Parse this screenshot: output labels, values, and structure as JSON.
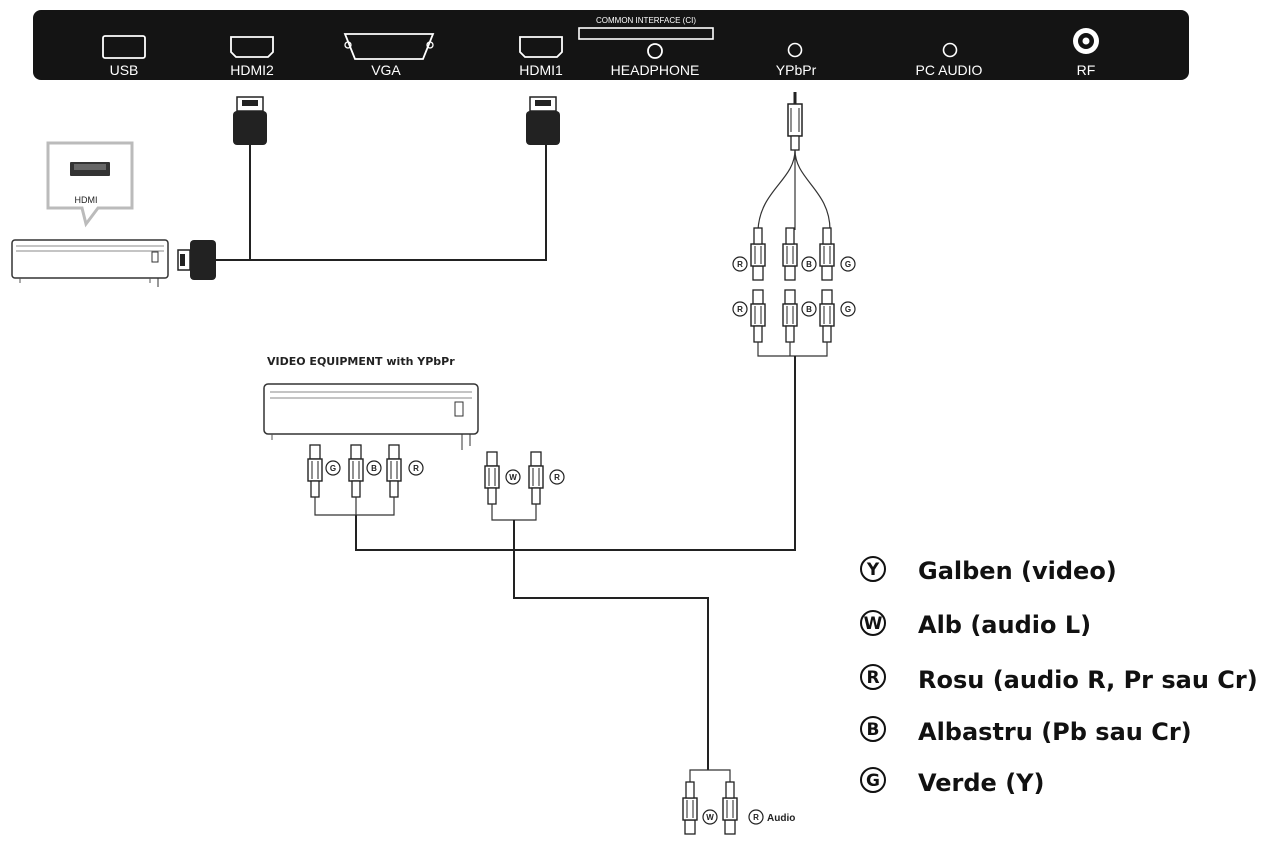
{
  "panel": {
    "ports": {
      "usb": "USB",
      "hdmi2": "HDMI2",
      "vga": "VGA",
      "hdmi1": "HDMI1",
      "headphone": "HEADPHONE",
      "ypbpr": "YPbPr",
      "pc_audio": "PC AUDIO",
      "rf": "RF"
    },
    "common_interface": "COMMON INTERFACE (CI)"
  },
  "devices": {
    "hdmi_callout": "HDMI",
    "video_equipment_title": "VIDEO EQUIPMENT with YPbPr",
    "audio_label": "Audio"
  },
  "badges": {
    "r": "R",
    "b": "B",
    "g": "G",
    "w": "W"
  },
  "legend": [
    {
      "letter": "Y",
      "text": "Galben (video)"
    },
    {
      "letter": "W",
      "text": "Alb (audio L)"
    },
    {
      "letter": "R",
      "text": "Rosu (audio R, Pr sau Cr)"
    },
    {
      "letter": "B",
      "text": "Albastru (Pb sau Cr)"
    },
    {
      "letter": "G",
      "text": "Verde (Y)"
    }
  ]
}
